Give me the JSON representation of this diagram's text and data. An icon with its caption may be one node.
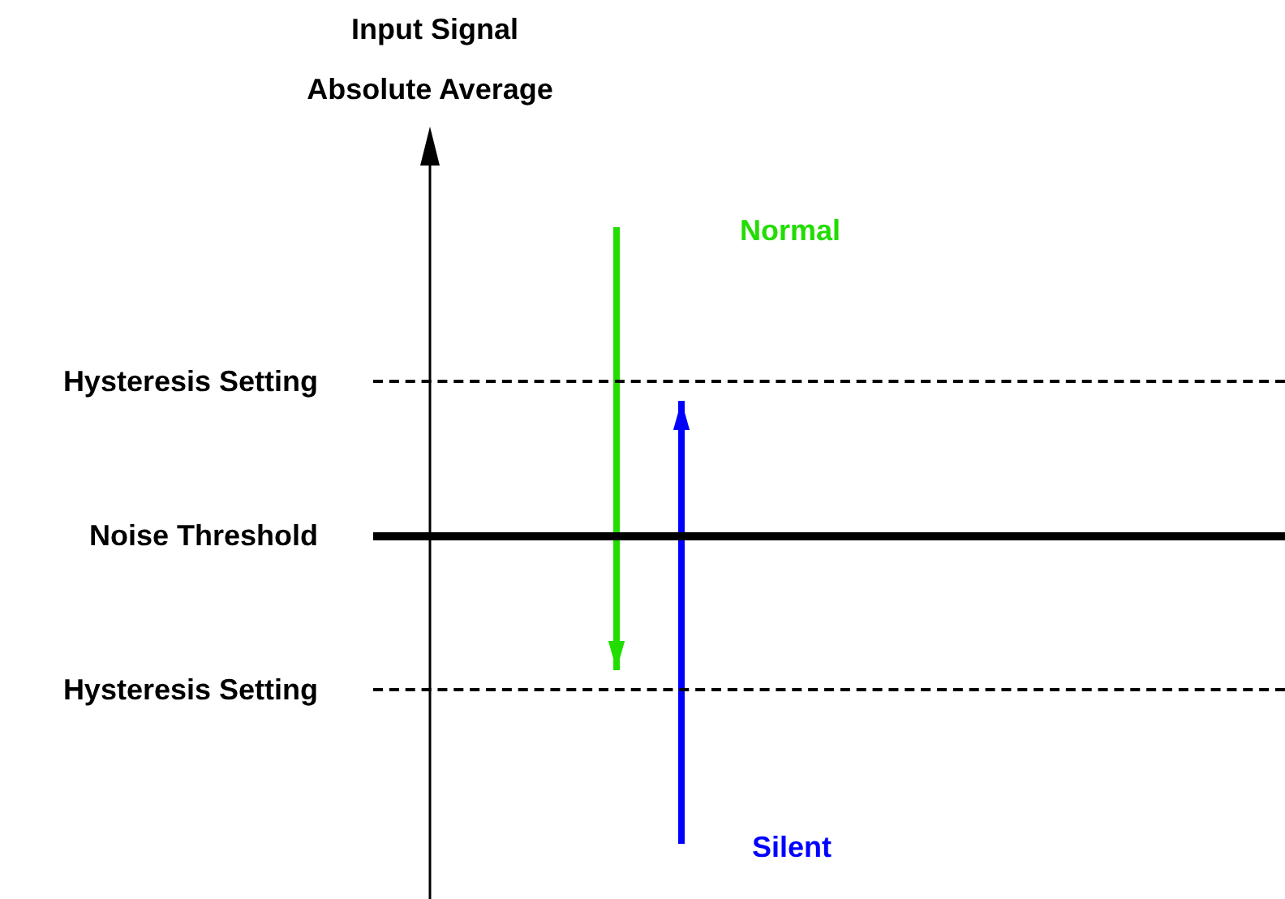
{
  "diagram": {
    "nodes": [
      {
        "text": [
          "Hysteresis Setting"
        ]
      },
      {
        "text": [
          "Noise Threshold"
        ]
      },
      {
        "text": [
          "Hysteresis Setting"
        ]
      }
    ],
    "edges": [
      {
        "from": null,
        "to": 2,
        "arrow": "to",
        "color": "#22dd00"
      },
      {
        "from": null,
        "to": 0,
        "arrow": "to",
        "color": "#0000ff"
      }
    ],
    "labels": [
      "Input Signal",
      "Absolute Average",
      "Normal",
      "Silent"
    ]
  }
}
